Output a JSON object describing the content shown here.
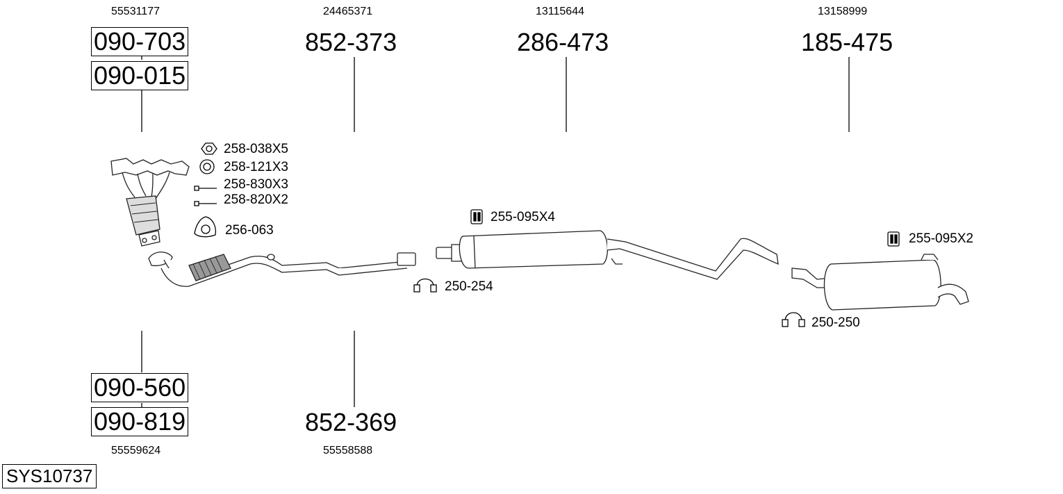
{
  "system_id": "SYS10737",
  "oe_numbers": {
    "manifold_top": "55531177",
    "middle_pipe": "24465371",
    "centre_silencer": "13115644",
    "rear_silencer": "13158999",
    "manifold_bottom": "55559624",
    "front_pipe": "55558588"
  },
  "part_numbers": {
    "manifold_1": "090-703",
    "manifold_2": "090-015",
    "manifold_3": "090-560",
    "manifold_4": "090-819",
    "middle_pipe": "852-373",
    "front_pipe": "852-369",
    "centre_silencer": "286-473",
    "rear_silencer": "185-475"
  },
  "accessories": {
    "nut": "258-038X5",
    "washer": "258-121X3",
    "bolt_long": "258-830X3",
    "bolt_short": "258-820X2",
    "gasket": "256-063",
    "rubber_mount_front": "255-095X4",
    "clamp_front": "250-254",
    "rubber_mount_rear": "255-095X2",
    "clamp_rear": "250-250"
  }
}
